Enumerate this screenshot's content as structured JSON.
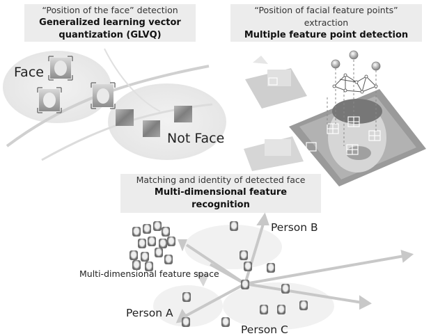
{
  "panels": {
    "face_position": {
      "line1": "“Position of the face” detection",
      "line2": "Generalized learning vector",
      "line3": "quantization (GLVQ)",
      "face_label": "Face",
      "not_face_label": "Not Face"
    },
    "feature_points": {
      "line1": "“Position of facial feature points”",
      "line2": "extraction",
      "line3": "Multiple feature point detection"
    },
    "matching": {
      "line1": "Matching and identity of detected face",
      "line2": "Multi-dimensional feature",
      "line3": "recognition",
      "space_label": "Multi-dimensional feature space",
      "person_a": "Person A",
      "person_b": "Person B",
      "person_c": "Person C"
    }
  },
  "icons": {
    "face_thumbnail": "face-photo-icon",
    "nonface_patch": "texture-patch-icon",
    "feature_node": "feature-point-sphere-icon"
  },
  "colors": {
    "caption_bg": "#ececec",
    "arrow": "#c8c8c8",
    "swoosh": "#d9d9d9",
    "face_dark": "#555555"
  }
}
